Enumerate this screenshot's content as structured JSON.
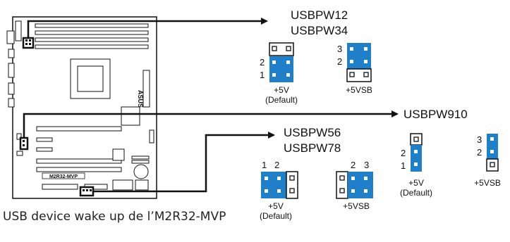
{
  "caption": "USB device wake up de l’M2R32-MVP",
  "board_label": "M2R32-MVP",
  "brand_logo": "ASUS",
  "headers": {
    "usbpw12_34": {
      "title_line1": "USBPW12",
      "title_line2": "USBPW34",
      "default_pins": {
        "pin_top": "2",
        "pin_bottom": "1"
      },
      "vsb_pins": {
        "pin_top": "3",
        "pin_bottom": "2"
      },
      "default_label": "+5V",
      "default_note": "(Default)",
      "vsb_label": "+5VSB"
    },
    "usbpw910": {
      "title": "USBPW910",
      "default_pins": {
        "pin_top": "2",
        "pin_bottom": "1"
      },
      "vsb_pins": {
        "pin_top": "3",
        "pin_bottom": "2"
      },
      "default_label": "+5V",
      "default_note": "(Default)",
      "vsb_label": "+5VSB"
    },
    "usbpw56_78": {
      "title_line1": "USBPW56",
      "title_line2": "USBPW78",
      "default_pins": {
        "pin_left": "1",
        "pin_right": "2"
      },
      "vsb_pins": {
        "pin_left": "2",
        "pin_right": "3"
      },
      "default_label": "+5V",
      "default_note": "(Default)",
      "vsb_label": "+5VSB"
    }
  },
  "colors": {
    "jumper_cap": "#1f7fc9",
    "pin_frame": "#111111",
    "board_line": "#111111"
  }
}
